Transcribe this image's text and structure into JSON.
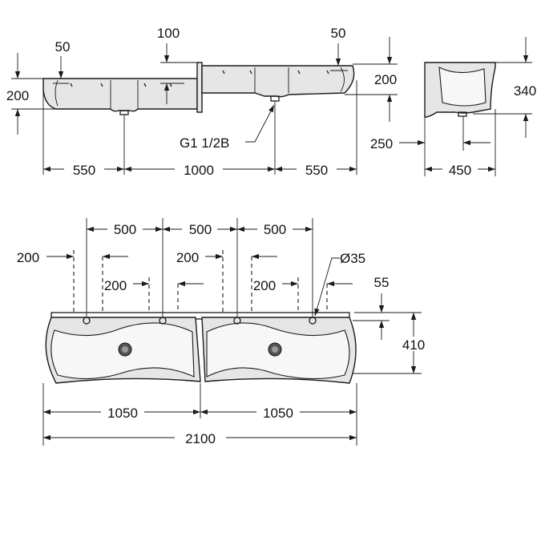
{
  "labels": {
    "front_left_width": "550",
    "front_mid_width": "1000",
    "front_right_width": "550",
    "front_left_top": "50",
    "front_mid_top": "100",
    "front_right_top": "50",
    "front_left_height": "200",
    "front_right_height": "200",
    "front_thread": "G1 1/2B",
    "side_height": "340",
    "side_offset": "250",
    "side_depth": "450",
    "top_spacing_1": "500",
    "top_spacing_2": "500",
    "top_spacing_3": "500",
    "top_left_200_a": "200",
    "top_left_200_b": "200",
    "top_mid_200_a": "200",
    "top_mid_200_b": "200",
    "top_hole": "Ø35",
    "top_edge": "55",
    "top_depth": "410",
    "top_left_width": "1050",
    "top_right_width": "1050",
    "top_total_width": "2100"
  }
}
